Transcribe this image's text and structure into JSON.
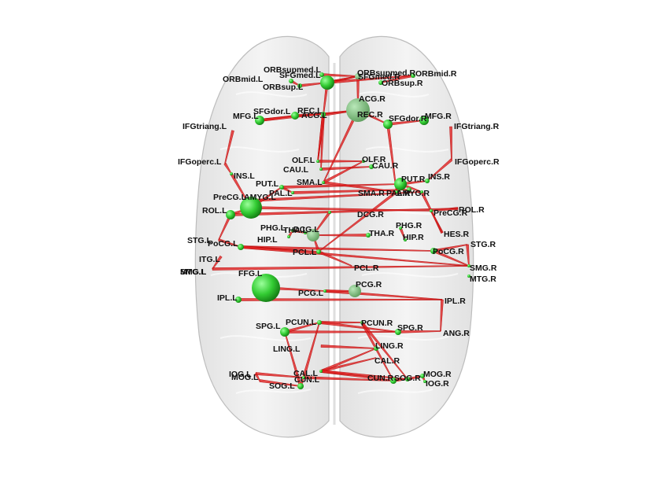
{
  "colors": {
    "node": "#33cc33",
    "edge": "#e02020",
    "brain": "#d9d9d9",
    "label": "#111111"
  },
  "nodes": [
    {
      "id": "ORBsupmed.L",
      "label": "ORBsupmed.L"
    },
    {
      "id": "ORBsupmed.R",
      "label": "ORBsupmed.R"
    },
    {
      "id": "ORBmid.L",
      "label": "ORBmid.L"
    },
    {
      "id": "ORBmid.R",
      "label": "ORBmid.R"
    },
    {
      "id": "SFGmed.L",
      "label": "SFGmed.L"
    },
    {
      "id": "SFGmed.R",
      "label": "SFGmed.R"
    },
    {
      "id": "ORBsup.L",
      "label": "ORBsup.L"
    },
    {
      "id": "ORBsup.R",
      "label": "ORBsup.R"
    },
    {
      "id": "ACG.R",
      "label": "ACG.R"
    },
    {
      "id": "REC.R",
      "label": "REC.R"
    },
    {
      "id": "MFG.L",
      "label": "MFG.L"
    },
    {
      "id": "SFGdor.L",
      "label": "SFGdor.L"
    },
    {
      "id": "REC.L",
      "label": "REC.L"
    },
    {
      "id": "ACG.L",
      "label": "ACG.L"
    },
    {
      "id": "MFG.R",
      "label": "MFG.R"
    },
    {
      "id": "SFGdor.R",
      "label": "SFGdor.R"
    },
    {
      "id": "IFGtriang.L",
      "label": "IFGtriang.L"
    },
    {
      "id": "IFGtriang.R",
      "label": "IFGtriang.R"
    },
    {
      "id": "IFGoperc.L",
      "label": "IFGoperc.L"
    },
    {
      "id": "IFGoperc.R",
      "label": "IFGoperc.R"
    },
    {
      "id": "OLF.L",
      "label": "OLF.L"
    },
    {
      "id": "OLF.R",
      "label": "OLF.R"
    },
    {
      "id": "CAU.L",
      "label": "CAU.L"
    },
    {
      "id": "CAU.R",
      "label": "CAU.R"
    },
    {
      "id": "INS.L",
      "label": "INS.L"
    },
    {
      "id": "INS.R",
      "label": "INS.R"
    },
    {
      "id": "PUT.L",
      "label": "PUT.L"
    },
    {
      "id": "PUT.R",
      "label": "PUT.R"
    },
    {
      "id": "SMA.L",
      "label": "SMA.L"
    },
    {
      "id": "SMA.R",
      "label": "SMA.R"
    },
    {
      "id": "PAL.L",
      "label": "PAL.L"
    },
    {
      "id": "PAL.R",
      "label": "PAL.R"
    },
    {
      "id": "PreCG.L",
      "label": "PreCG.L"
    },
    {
      "id": "PreCG.R",
      "label": "PreCG.R"
    },
    {
      "id": "AMYG.L",
      "label": "AMYG.L"
    },
    {
      "id": "AMYG.R",
      "label": "AMYG.R"
    },
    {
      "id": "ROL.L",
      "label": "ROL.L"
    },
    {
      "id": "ROL.R",
      "label": "ROL.R"
    },
    {
      "id": "DCG.R",
      "label": "DCG.R"
    },
    {
      "id": "PHG.L",
      "label": "PHG.L"
    },
    {
      "id": "PHG.R",
      "label": "PHG.R"
    },
    {
      "id": "THA.L",
      "label": "THA.L"
    },
    {
      "id": "THA.R",
      "label": "THA.R"
    },
    {
      "id": "DCG.L",
      "label": "DCG.L"
    },
    {
      "id": "HIP.L",
      "label": "HIP.L"
    },
    {
      "id": "HIP.R",
      "label": "HIP.R"
    },
    {
      "id": "HES.R",
      "label": "HES.R"
    },
    {
      "id": "STG.L",
      "label": "STG.L"
    },
    {
      "id": "STG.R",
      "label": "STG.R"
    },
    {
      "id": "PoCG.L",
      "label": "PoCG.L"
    },
    {
      "id": "PoCG.R",
      "label": "PoCG.R"
    },
    {
      "id": "ITG.L",
      "label": "ITG.L"
    },
    {
      "id": "PCL.L",
      "label": "PCL.L"
    },
    {
      "id": "PCL.R",
      "label": "PCL.R"
    },
    {
      "id": "SMG.L",
      "label": "SMG.L"
    },
    {
      "id": "MTG.L",
      "label": "MTG.L"
    },
    {
      "id": "SMG.R",
      "label": "SMG.R"
    },
    {
      "id": "MTG.R",
      "label": "MTG.R"
    },
    {
      "id": "FFG.L",
      "label": "FFG.L"
    },
    {
      "id": "PCG.L",
      "label": "PCG.L"
    },
    {
      "id": "PCG.R",
      "label": "PCG.R"
    },
    {
      "id": "IPL.L",
      "label": "IPL.L"
    },
    {
      "id": "IPL.R",
      "label": "IPL.R"
    },
    {
      "id": "SPG.L",
      "label": "SPG.L"
    },
    {
      "id": "PCUN.L",
      "label": "PCUN.L"
    },
    {
      "id": "PCUN.R",
      "label": "PCUN.R"
    },
    {
      "id": "SPG.R",
      "label": "SPG.R"
    },
    {
      "id": "ANG.R",
      "label": "ANG.R"
    },
    {
      "id": "LING.L",
      "label": "LING.L"
    },
    {
      "id": "LING.R",
      "label": "LING.R"
    },
    {
      "id": "CAL.R",
      "label": "CAL.R"
    },
    {
      "id": "CAL.L",
      "label": "CAL.L"
    },
    {
      "id": "IOG.L",
      "label": "IOG.L"
    },
    {
      "id": "MOG.L",
      "label": "MOG.L"
    },
    {
      "id": "CUN.L",
      "label": "CUN.L"
    },
    {
      "id": "SOG.L",
      "label": "SOG.L"
    },
    {
      "id": "CUN.R",
      "label": "CUN.R"
    },
    {
      "id": "SOG.R",
      "label": "SOG.R"
    },
    {
      "id": "MOG.R",
      "label": "MOG.R"
    },
    {
      "id": "IOG.R",
      "label": "IOG.R"
    }
  ]
}
